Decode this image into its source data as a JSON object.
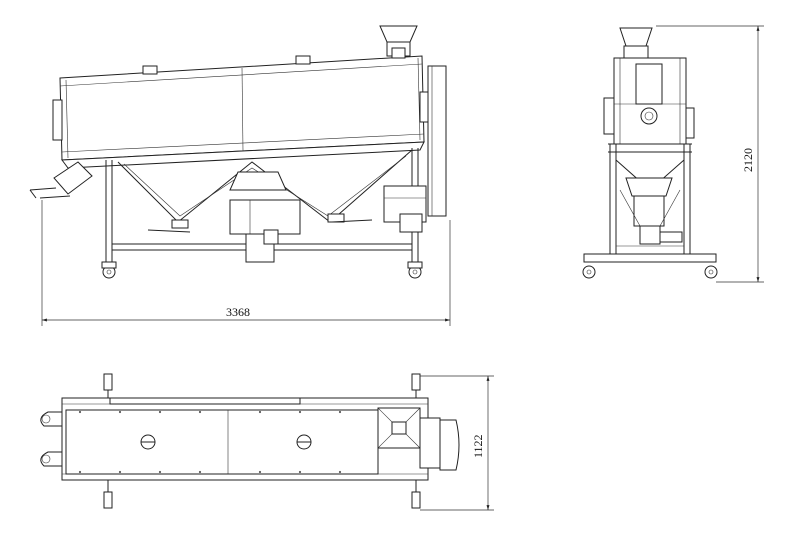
{
  "dimensions": {
    "length": "3368",
    "height": "2120",
    "width": "1122"
  }
}
